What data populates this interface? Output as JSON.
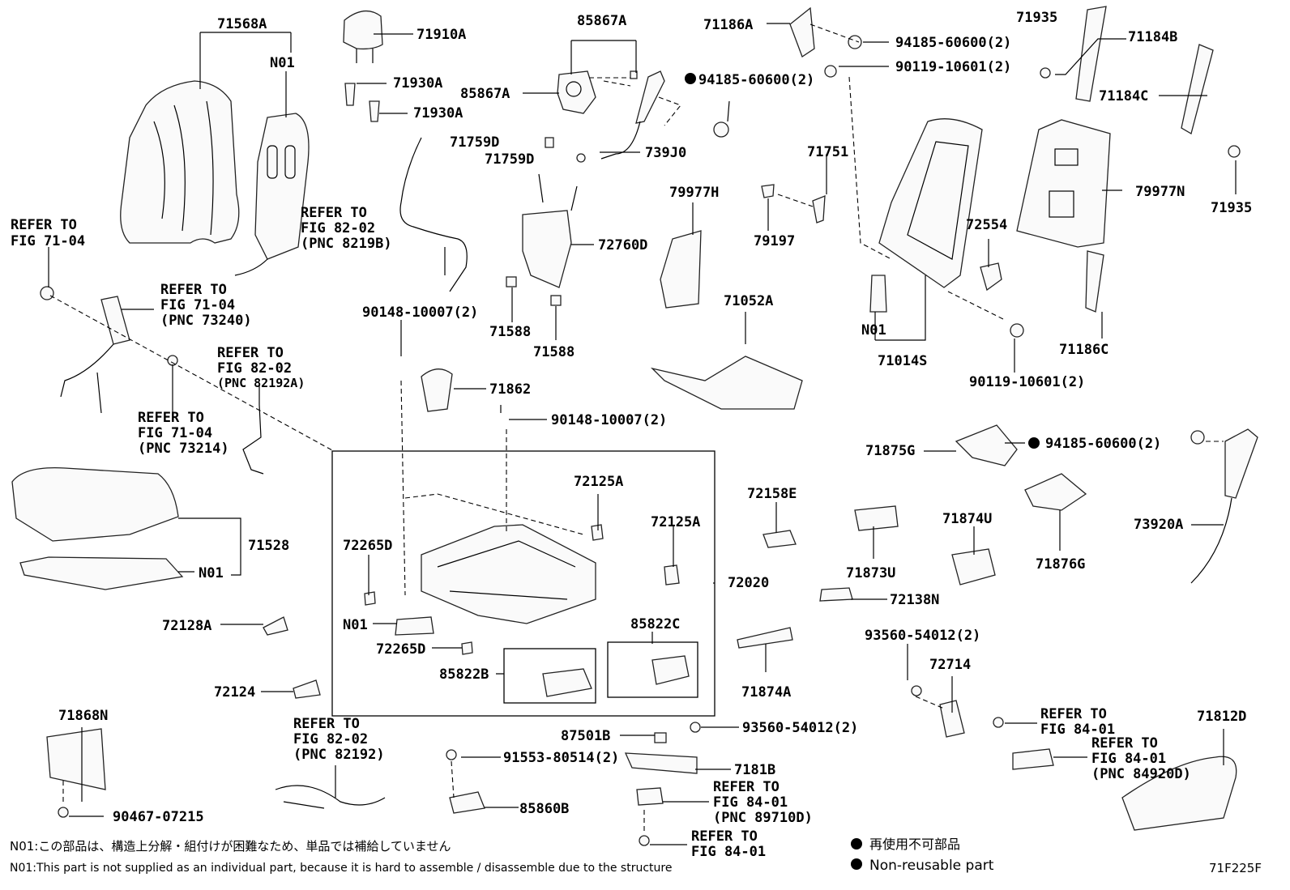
{
  "diagram": {
    "figure_code": "71F225F",
    "labels": {
      "p71568A": "71568A",
      "n01_top": "N01",
      "p71910A": "71910A",
      "p71930A_1": "71930A",
      "p71930A_2": "71930A",
      "p85867A_1": "85867A",
      "p85867A_2": "85867A",
      "p71186A": "71186A",
      "p94185_1": "94185-60600(2)",
      "p90119_1": "90119-10601(2)",
      "p94185_2": "94185-60600(2)",
      "p71935_1": "71935",
      "p71184B": "71184B",
      "p71184C": "71184C",
      "p71935_2": "71935",
      "p71759D_1": "71759D",
      "p71759D_2": "71759D",
      "p739J0": "739J0",
      "p79977H": "79977H",
      "p71751": "71751",
      "p79977N": "79977N",
      "p72760D": "72760D",
      "p79197": "79197",
      "p72554": "72554",
      "p90148_1": "90148-10007(2)",
      "p71588_1": "71588",
      "p71588_2": "71588",
      "p71052A": "71052A",
      "n01_frame": "N01",
      "p71014S": "71014S",
      "p71186C": "71186C",
      "p90119_2": "90119-10601(2)",
      "p71862": "71862",
      "p90148_2": "90148-10007(2)",
      "p71875G": "71875G",
      "p94185_3": "94185-60600(2)",
      "p72125A_1": "72125A",
      "p72125A_2": "72125A",
      "p72158E": "72158E",
      "p73920A": "73920A",
      "p72265D_1": "72265D",
      "p71528": "71528",
      "n01_cushion": "N01",
      "p72020": "72020",
      "p71874U": "71874U",
      "p71876G": "71876G",
      "p71873U": "71873U",
      "p72138N": "72138N",
      "p72128A": "72128A",
      "n01_motor": "N01",
      "p72265D_2": "72265D",
      "p85822C": "85822C",
      "p93560_1": "93560-54012(2)",
      "p72714": "72714",
      "p85822B": "85822B",
      "p72124": "72124",
      "p71874A": "71874A",
      "p71868N": "71868N",
      "p87501B": "87501B",
      "p93560_2": "93560-54012(2)",
      "p71812D": "71812D",
      "p91553": "91553-80514(2)",
      "p7181B": "7181B",
      "p85860B": "85860B",
      "p90467": "90467-07215"
    },
    "references": {
      "r1": [
        "REFER TO",
        "FIG 71-04"
      ],
      "r2": [
        "REFER TO",
        "FIG 82-02",
        "(PNC 8219B)"
      ],
      "r3": [
        "REFER TO",
        "FIG 71-04",
        "(PNC 73240)"
      ],
      "r4": [
        "REFER TO",
        "FIG 82-02",
        "(PNC 82192A)"
      ],
      "r5": [
        "REFER TO",
        "FIG 71-04",
        "(PNC 73214)"
      ],
      "r6": [
        "REFER TO",
        "FIG 84-01"
      ],
      "r7": [
        "REFER TO",
        "FIG 84-01",
        "(PNC 84920D)"
      ],
      "r8": [
        "REFER TO",
        "FIG 82-02",
        "(PNC 82192)"
      ],
      "r9": [
        "REFER TO",
        "FIG 84-01",
        "(PNC 89710D)"
      ],
      "r10": [
        "REFER TO",
        "FIG 84-01"
      ]
    },
    "notes": {
      "n01_jp": "N01:この部品は、構造上分解・組付けが困難なため、単品では補給していません",
      "n01_en": "N01:This part is not supplied as an individual part, because it is hard to assemble / disassemble due to the structure",
      "legend_jp": "再使用不可部品",
      "legend_en": "Non-reusable part"
    }
  }
}
